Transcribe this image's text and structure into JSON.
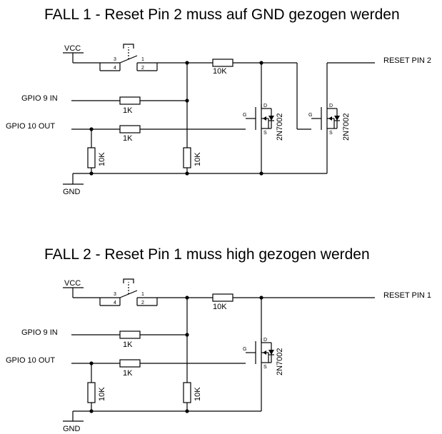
{
  "fall1": {
    "title": "FALL 1 - Reset Pin 2 muss auf GND gezogen werden",
    "vcc": "VCC",
    "gnd": "GND",
    "gpio9": "GPIO 9 IN",
    "gpio10": "GPIO 10 OUT",
    "r_top": "10K",
    "r_gpio9": "1K",
    "r_gpio10": "1K",
    "r_pd_left": "10K",
    "r_pd_mid": "10K",
    "switch_pins": [
      "3",
      "1",
      "4",
      "2"
    ],
    "fet1": "2N7002",
    "fet2": "2N7002",
    "fet_pins": [
      "D",
      "G",
      "S"
    ],
    "output": "RESET PIN 2"
  },
  "fall2": {
    "title": "FALL 2 - Reset Pin 1 muss high gezogen werden",
    "vcc": "VCC",
    "gnd": "GND",
    "gpio9": "GPIO 9 IN",
    "gpio10": "GPIO 10 OUT",
    "r_top": "10K",
    "r_gpio9": "1K",
    "r_gpio10": "1K",
    "r_pd_left": "10K",
    "r_pd_mid": "10K",
    "switch_pins": [
      "3",
      "1",
      "4",
      "2"
    ],
    "fet1": "2N7002",
    "fet_pins": [
      "D",
      "G",
      "S"
    ],
    "output": "RESET PIN 1"
  }
}
